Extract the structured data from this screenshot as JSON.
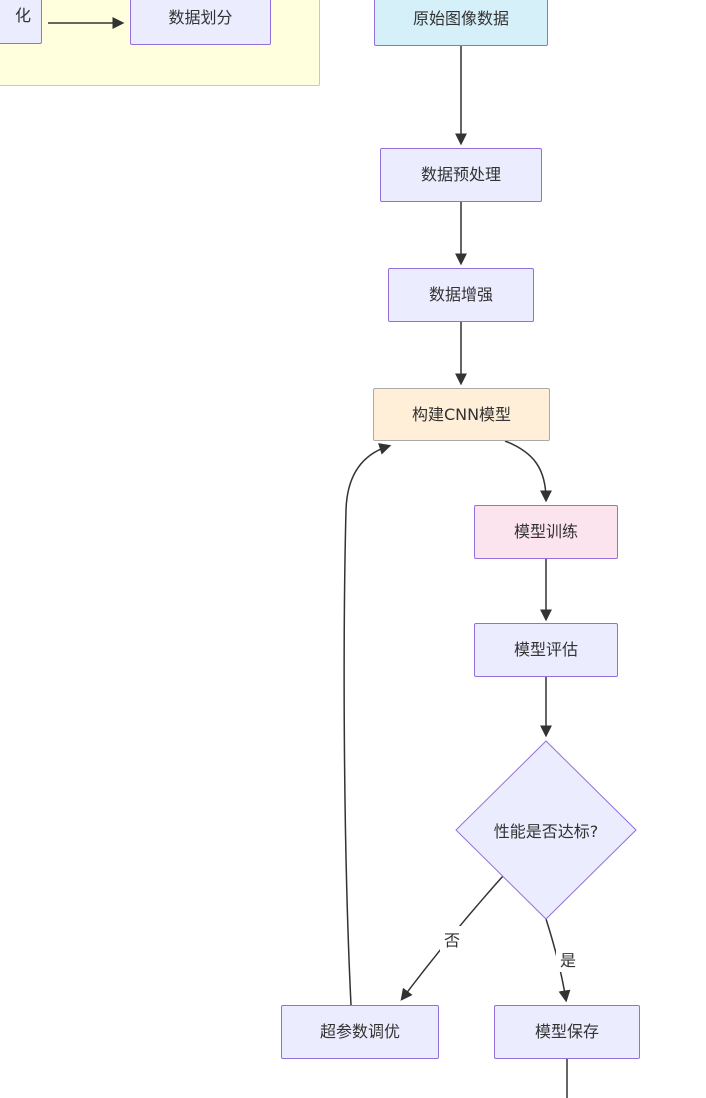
{
  "diagram": {
    "type": "flowchart",
    "nodes": {
      "partial": {
        "label": "化"
      },
      "data_split": {
        "label": "数据划分"
      },
      "raw_data": {
        "label": "原始图像数据"
      },
      "preprocess": {
        "label": "数据预处理"
      },
      "augment": {
        "label": "数据增强"
      },
      "build_cnn": {
        "label": "构建CNN模型"
      },
      "train": {
        "label": "模型训练"
      },
      "evaluate": {
        "label": "模型评估"
      },
      "decision": {
        "label": "性能是否达标?"
      },
      "tune": {
        "label": "超参数调优"
      },
      "save": {
        "label": "模型保存"
      }
    },
    "edge_labels": {
      "no": "否",
      "yes": "是"
    },
    "edges": [
      {
        "from": "partial",
        "to": "data_split"
      },
      {
        "from": "raw_data",
        "to": "preprocess"
      },
      {
        "from": "preprocess",
        "to": "augment"
      },
      {
        "from": "augment",
        "to": "build_cnn"
      },
      {
        "from": "build_cnn",
        "to": "train"
      },
      {
        "from": "train",
        "to": "evaluate"
      },
      {
        "from": "evaluate",
        "to": "decision"
      },
      {
        "from": "decision",
        "to": "tune",
        "label": "否"
      },
      {
        "from": "decision",
        "to": "save",
        "label": "是"
      },
      {
        "from": "tune",
        "to": "build_cnn"
      },
      {
        "from": "save",
        "to": "offscreen-bottom"
      }
    ],
    "colors": {
      "node_fill": "#ececff",
      "node_border": "#9370db",
      "raw_fill": "#d6f0fa",
      "cnn_fill": "#ffeed8",
      "cnn_border": "#aaaaaa",
      "train_fill": "#fbe4ee",
      "subgraph_fill": "#ffffde",
      "subgraph_border": "#d4d46a",
      "arrow": "#333333",
      "text": "#333333"
    }
  }
}
